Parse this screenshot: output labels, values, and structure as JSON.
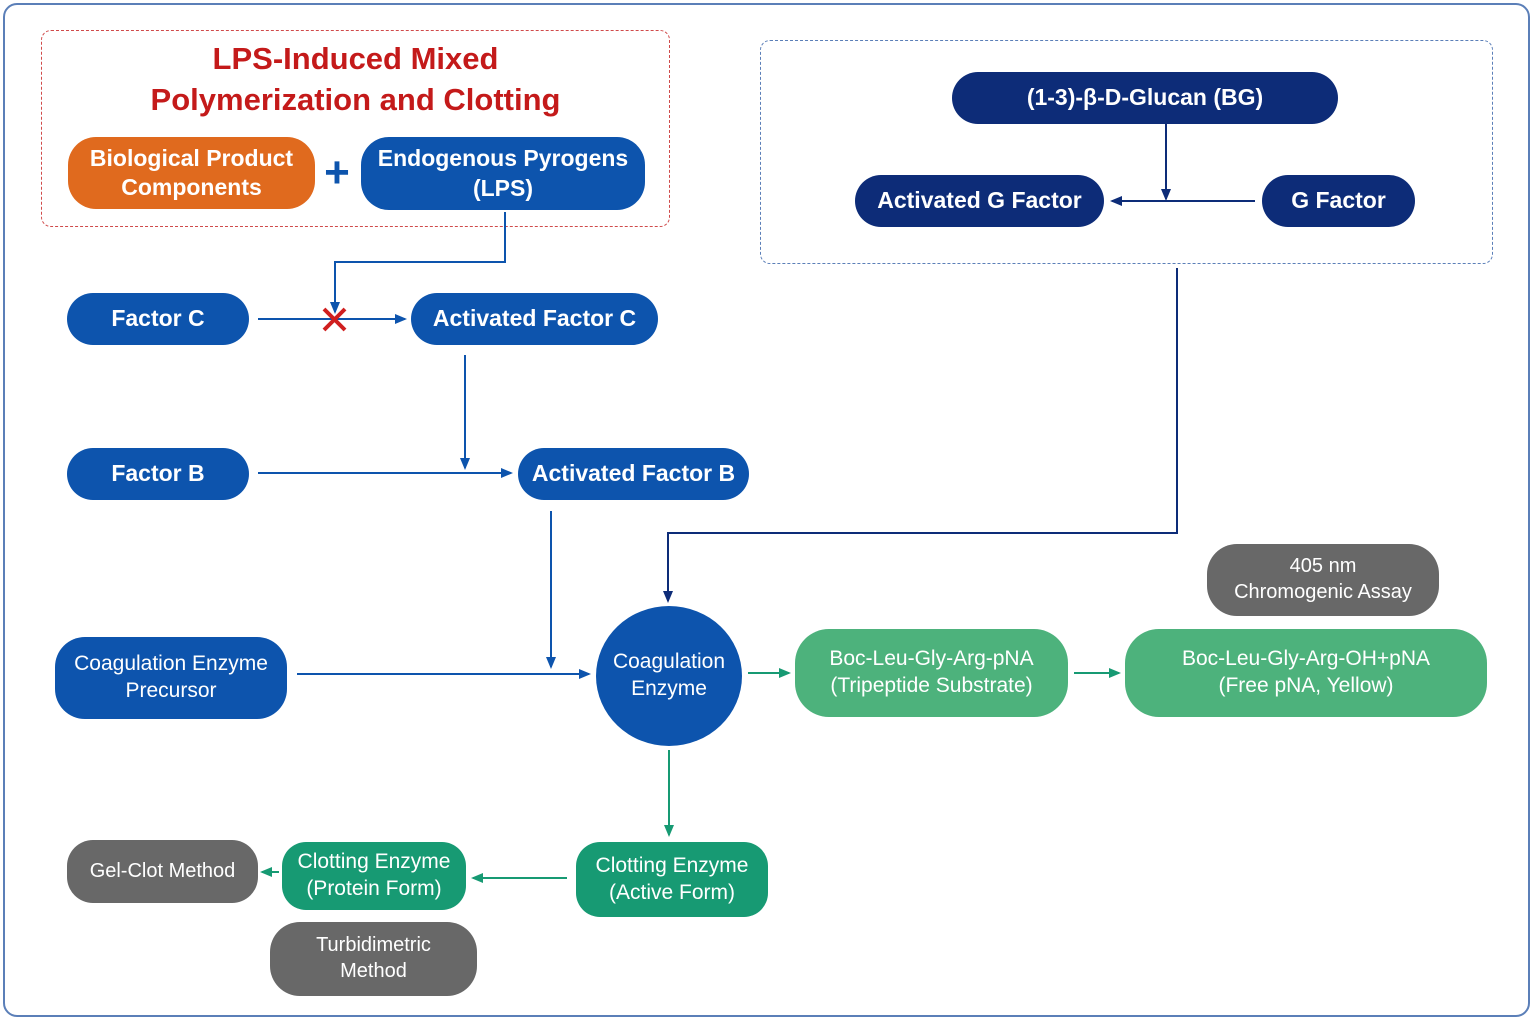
{
  "title": "LPS-Induced Mixed\nPolymerization and Clotting",
  "nodes": {
    "biological_product": "Biological Product\nComponents",
    "endogenous_pyrogens": "Endogenous Pyrogens\n(LPS)",
    "glucan": "(1-3)-β-D-Glucan (BG)",
    "activated_g_factor": "Activated G Factor",
    "g_factor": "G Factor",
    "factor_c": "Factor C",
    "activated_factor_c": "Activated Factor C",
    "factor_b": "Factor B",
    "activated_factor_b": "Activated Factor B",
    "coagulation_precursor": "Coagulation Enzyme\nPrecursor",
    "coagulation_enzyme": "Coagulation\nEnzyme",
    "tripeptide_substrate": "Boc-Leu-Gly-Arg-pNA\n(Tripeptide Substrate)",
    "free_pna": "Boc-Leu-Gly-Arg-OH+pNA\n(Free pNA, Yellow)",
    "chromogenic_assay": "405 nm\nChromogenic Assay",
    "clotting_active": "Clotting Enzyme\n(Active Form)",
    "clotting_protein": "Clotting Enzyme\n(Protein Form)",
    "gel_clot": "Gel-Clot Method",
    "turbidimetric": "Turbidimetric\nMethod"
  },
  "colors": {
    "blue": "#0d54ad",
    "navy": "#0d2c78",
    "orange": "#e06a1e",
    "green_light": "#4db27c",
    "green_dark": "#179a73",
    "gray": "#686868",
    "title_red": "#c41a1a",
    "blocked_mark": "#d01f1f"
  },
  "icons": {
    "plus": "+",
    "blocked": "red-x-icon"
  }
}
